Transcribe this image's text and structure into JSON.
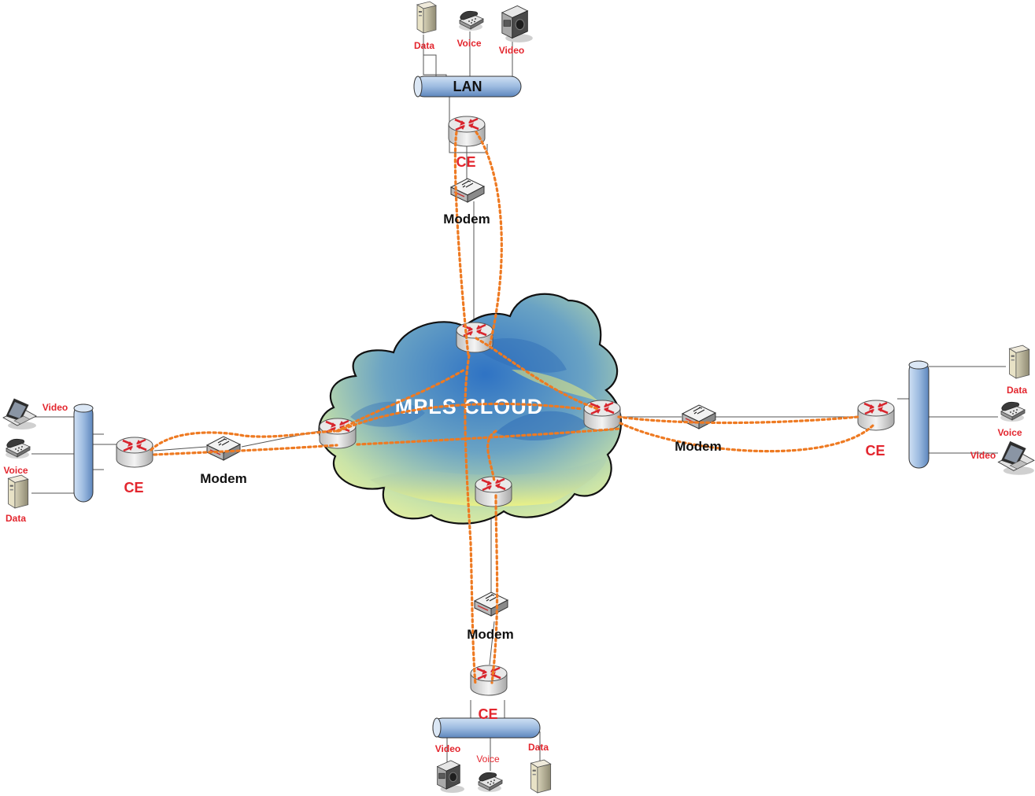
{
  "cloud": {
    "label": "MPLS  CLOUD"
  },
  "lan": {
    "label": "LAN"
  },
  "sites": {
    "top": {
      "ce_label": "CE",
      "modem_label": "Modem",
      "data_label": "Data",
      "voice_label": "Voice",
      "video_label": "Video"
    },
    "left": {
      "ce_label": "CE",
      "modem_label": "Modem",
      "data_label": "Data",
      "voice_label": "Voice",
      "video_label": "Video"
    },
    "right": {
      "ce_label": "CE",
      "modem_label": "Modem",
      "data_label": "Data",
      "voice_label": "Voice",
      "video_label": "Video"
    },
    "bottom": {
      "ce_label": "CE",
      "modem_label": "Modem",
      "data_label": "Data",
      "voice_label": "Voice",
      "video_label": "Video"
    }
  },
  "colors": {
    "tunnel": "#ee7a22",
    "label_red": "#e3262e",
    "bus": "#9dbbe0",
    "router_arrows": "#d8262e"
  },
  "icons": [
    "router-icon",
    "modem-icon",
    "server-icon",
    "phone-icon",
    "video-camera-icon",
    "cloud-icon"
  ]
}
